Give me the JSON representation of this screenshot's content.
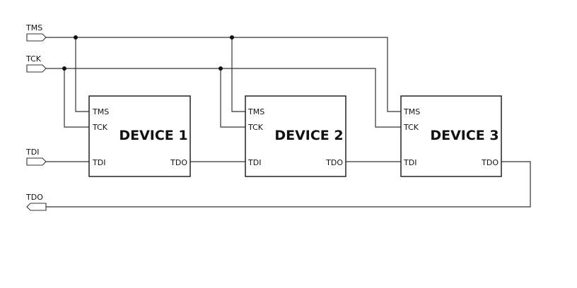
{
  "signals": {
    "tms": "TMS",
    "tck": "TCK",
    "tdi": "TDI",
    "tdo": "TDO"
  },
  "devices": [
    {
      "name": "DEVICE 1",
      "pins": {
        "tms": "TMS",
        "tck": "TCK",
        "tdi": "TDI",
        "tdo": "TDO"
      }
    },
    {
      "name": "DEVICE 2",
      "pins": {
        "tms": "TMS",
        "tck": "TCK",
        "tdi": "TDI",
        "tdo": "TDO"
      }
    },
    {
      "name": "DEVICE 3",
      "pins": {
        "tms": "TMS",
        "tck": "TCK",
        "tdi": "TDI",
        "tdo": "TDO"
      }
    }
  ]
}
